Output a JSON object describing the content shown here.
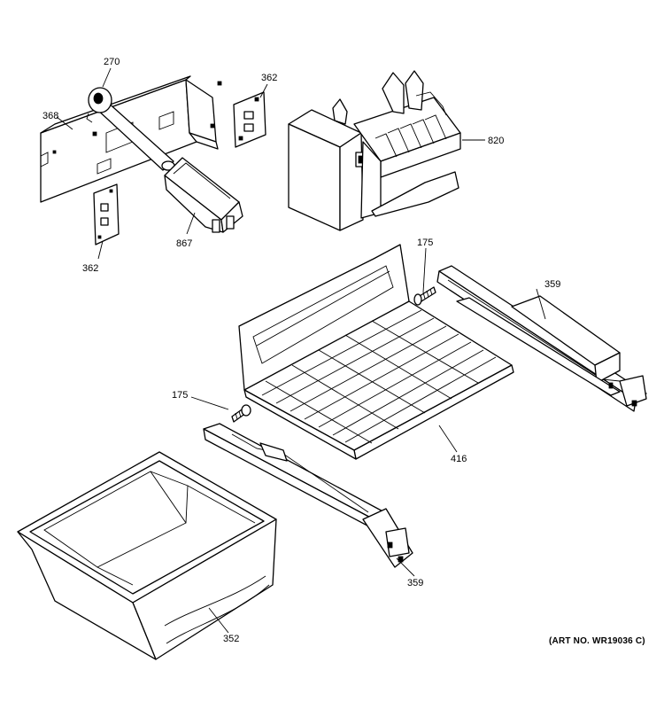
{
  "diagram": {
    "callouts": {
      "c270": "270",
      "c368": "368",
      "c362_top": "362",
      "c362_bottom": "362",
      "c867": "867",
      "c820": "820",
      "c175_top": "175",
      "c175_left": "175",
      "c359_top": "359",
      "c359_bottom": "359",
      "c416": "416",
      "c352": "352"
    },
    "art_number": "(ART NO. WR19036 C)"
  }
}
